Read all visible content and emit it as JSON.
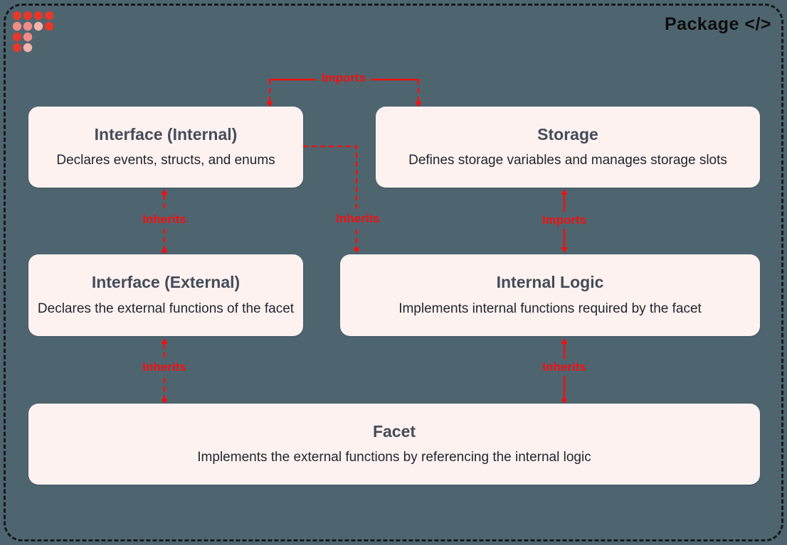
{
  "header": {
    "brand": "Package </>"
  },
  "colors": {
    "background": "#4e6570",
    "frame_border": "#15181d",
    "node_bg": "#fdf2f0",
    "node_title": "#454c59",
    "node_text": "#21262f",
    "accent_red": "#f21010",
    "logo_red": "#e5382b",
    "logo_salmon": "#f28b87",
    "logo_pink": "#f5b3ae"
  },
  "logo": {
    "rows": [
      [
        "red",
        "red",
        "red",
        "red"
      ],
      [
        "salmon",
        "salmon",
        "pink",
        "red"
      ],
      [
        "red",
        "salmon"
      ],
      [
        "red",
        "pink"
      ]
    ]
  },
  "diagram": {
    "nodes": [
      {
        "id": "interface-internal",
        "title": "Interface (Internal)",
        "subtitle": "Declares events, structs, and enums"
      },
      {
        "id": "storage",
        "title": "Storage",
        "subtitle": "Defines storage variables and manages storage slots"
      },
      {
        "id": "interface-external",
        "title": "Interface (External)",
        "subtitle": "Declares the external functions of the facet"
      },
      {
        "id": "internal-logic",
        "title": "Internal Logic",
        "subtitle": "Implements internal functions required by the facet"
      },
      {
        "id": "facet",
        "title": "Facet",
        "subtitle": "Implements the external functions by referencing the internal logic"
      }
    ],
    "edges": [
      {
        "label": "Imports",
        "from": "interface-internal",
        "to": "storage"
      },
      {
        "label": "Inherits",
        "from": "interface-external",
        "to": "interface-internal"
      },
      {
        "label": "Inherits",
        "from": "internal-logic",
        "to": "interface-internal"
      },
      {
        "label": "Imports",
        "from": "storage",
        "to": "internal-logic"
      },
      {
        "label": "Inherits",
        "from": "facet",
        "to": "interface-external"
      },
      {
        "label": "Inherits",
        "from": "facet",
        "to": "internal-logic"
      }
    ]
  }
}
